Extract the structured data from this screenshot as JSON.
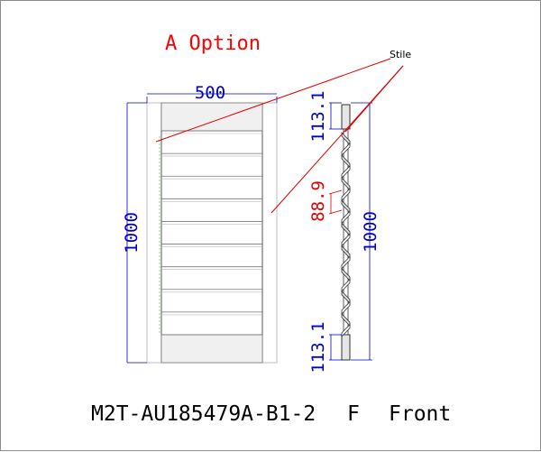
{
  "title": "A Option",
  "callout_label": "Stile",
  "dimensions": {
    "front_width": "500",
    "front_height": "1000",
    "side_height": "1000",
    "stile_top": "113.1",
    "stile_bottom": "113.1",
    "louver_pitch": "88.9"
  },
  "footer": {
    "code": "M2T-AU185479A-B1-2",
    "letter": "F",
    "view": "Front"
  },
  "colors": {
    "title": "#ff0000",
    "dimension": "#0000c8",
    "callout": "#e00000",
    "outline": "#333333",
    "fill": "#e6e6e6"
  },
  "louver_count": 9
}
